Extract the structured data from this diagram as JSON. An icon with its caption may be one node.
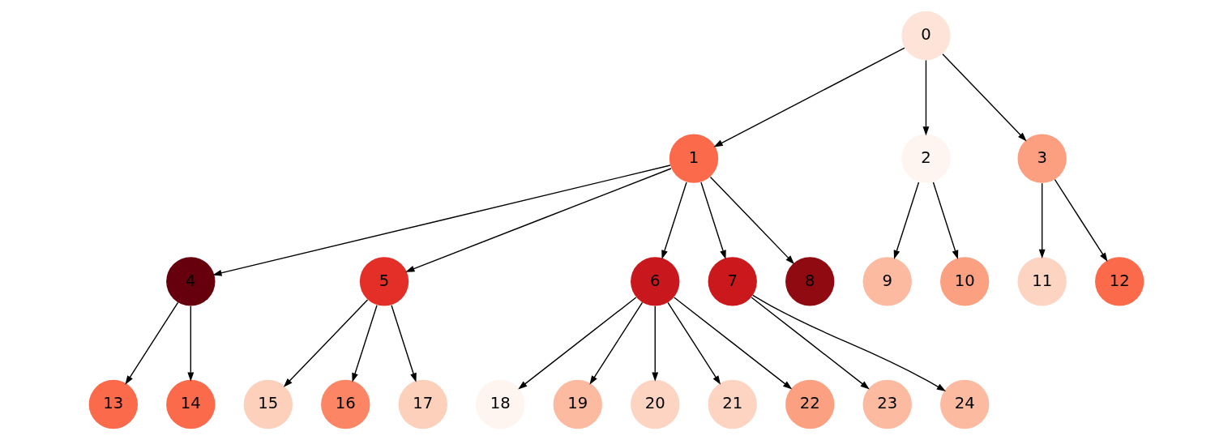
{
  "diagram": {
    "nodes": [
      {
        "text": [
          "0"
        ]
      },
      {
        "text": [
          "1"
        ]
      },
      {
        "text": [
          "2"
        ]
      },
      {
        "text": [
          "3"
        ]
      },
      {
        "text": [
          "4"
        ]
      },
      {
        "text": [
          "5"
        ]
      },
      {
        "text": [
          "6"
        ]
      },
      {
        "text": [
          "7"
        ]
      },
      {
        "text": [
          "8"
        ]
      },
      {
        "text": [
          "9"
        ]
      },
      {
        "text": [
          "10"
        ]
      },
      {
        "text": [
          "11"
        ]
      },
      {
        "text": [
          "12"
        ]
      },
      {
        "text": [
          "13"
        ]
      },
      {
        "text": [
          "14"
        ]
      },
      {
        "text": [
          "15"
        ]
      },
      {
        "text": [
          "16"
        ]
      },
      {
        "text": [
          "17"
        ]
      },
      {
        "text": [
          "18"
        ]
      },
      {
        "text": [
          "19"
        ]
      },
      {
        "text": [
          "20"
        ]
      },
      {
        "text": [
          "21"
        ]
      },
      {
        "text": [
          "22"
        ]
      },
      {
        "text": [
          "23"
        ]
      },
      {
        "text": [
          "24"
        ]
      }
    ],
    "edges": [
      {
        "from": 0,
        "to": 1,
        "arrow": "to"
      },
      {
        "from": 0,
        "to": 2,
        "arrow": "to"
      },
      {
        "from": 0,
        "to": 3,
        "arrow": "to"
      },
      {
        "from": 1,
        "to": 4,
        "arrow": "to"
      },
      {
        "from": 1,
        "to": 5,
        "arrow": "to"
      },
      {
        "from": 1,
        "to": 6,
        "arrow": "to"
      },
      {
        "from": 1,
        "to": 7,
        "arrow": "to"
      },
      {
        "from": 1,
        "to": 8,
        "arrow": "to"
      },
      {
        "from": 2,
        "to": 9,
        "arrow": "to"
      },
      {
        "from": 2,
        "to": 10,
        "arrow": "to"
      },
      {
        "from": 3,
        "to": 11,
        "arrow": "to"
      },
      {
        "from": 3,
        "to": 12,
        "arrow": "to"
      },
      {
        "from": 4,
        "to": 13,
        "arrow": "to"
      },
      {
        "from": 4,
        "to": 14,
        "arrow": "to"
      },
      {
        "from": 5,
        "to": 15,
        "arrow": "to"
      },
      {
        "from": 5,
        "to": 16,
        "arrow": "to"
      },
      {
        "from": 5,
        "to": 17,
        "arrow": "to"
      },
      {
        "from": 6,
        "to": 18,
        "arrow": "to"
      },
      {
        "from": 6,
        "to": 19,
        "arrow": "to"
      },
      {
        "from": 6,
        "to": 20,
        "arrow": "to"
      },
      {
        "from": 6,
        "to": 21,
        "arrow": "to"
      },
      {
        "from": 6,
        "to": 22,
        "arrow": "to"
      },
      {
        "from": 7,
        "to": 23,
        "arrow": "to"
      },
      {
        "from": 7,
        "to": 24,
        "arrow": "to"
      }
    ]
  }
}
